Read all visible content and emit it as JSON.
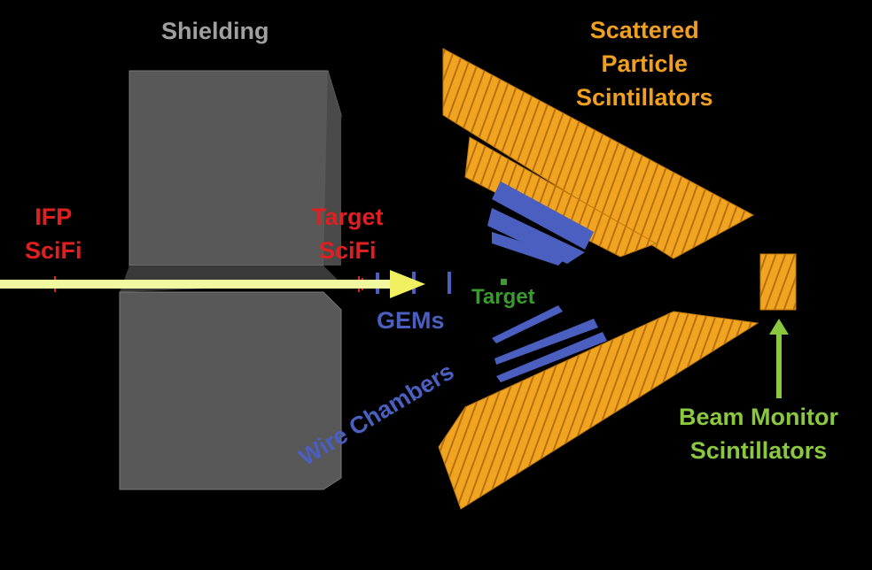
{
  "labels": {
    "shielding": "Shielding",
    "scattered": [
      "Scattered",
      "Particle",
      "Scintillators"
    ],
    "ifp": [
      "IFP",
      "SciFi"
    ],
    "target_scifi": [
      "Target",
      "SciFi"
    ],
    "gems": "GEMs",
    "target": "Target",
    "wire_chambers": "Wire Chambers",
    "beam_monitor": [
      "Beam Monitor",
      "Scintillators"
    ]
  },
  "colors": {
    "shielding": "#a0a0a0",
    "scintillator": "#f0a020",
    "scifi": "#e02020",
    "gem": "#4a5fc0",
    "target": "#3a9a30",
    "beam": "#f0f8a0",
    "monitor": "#8ac840"
  }
}
